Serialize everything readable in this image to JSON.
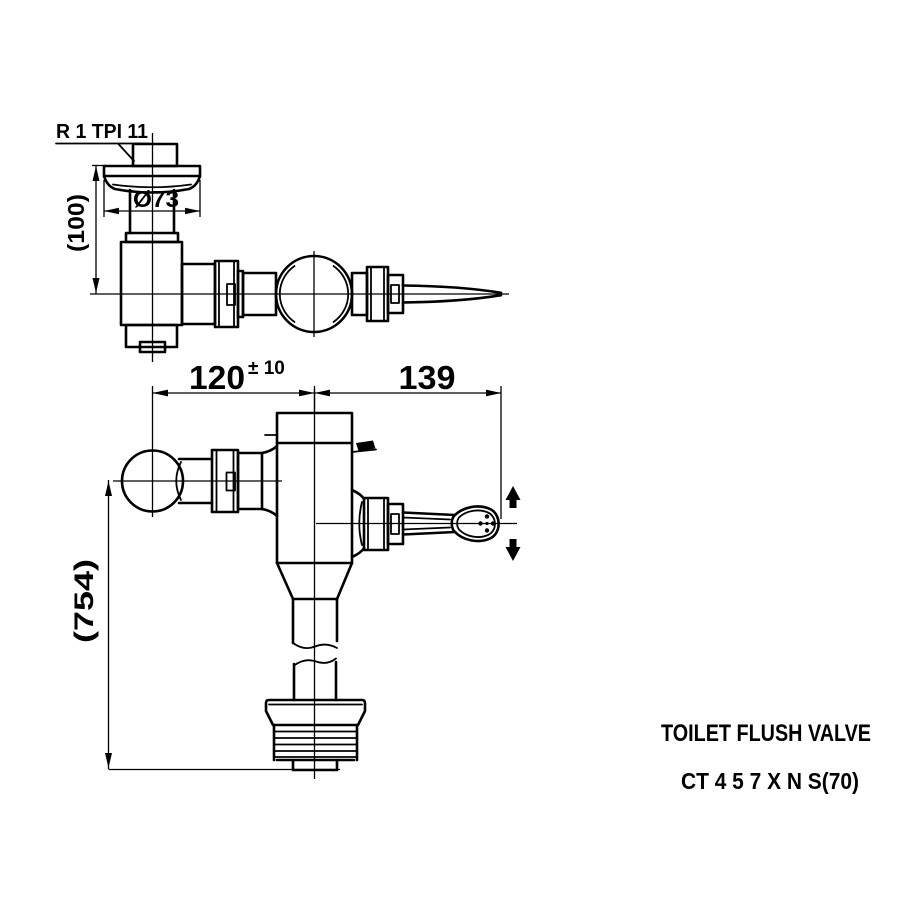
{
  "page": {
    "background_color": "#ffffff",
    "line_color": "#000000"
  },
  "title_block": {
    "product_name": "TOILET FLUSH VALVE",
    "model_code": "CT 4 5 7 X N S(70)"
  },
  "top_view": {
    "thread_callout": "R 1 TPI 11",
    "flange_diameter": "Ø73",
    "height_reference": "(100)"
  },
  "front_view": {
    "inlet_offset": "120",
    "inlet_offset_tolerance": "± 10",
    "lever_length": "139",
    "overall_height_reference": "(754)"
  },
  "icons": {
    "lever_up_arrow": "filled-up-arrow",
    "lever_down_arrow": "filled-down-arrow",
    "brand_flag_mark": "small-flag"
  }
}
